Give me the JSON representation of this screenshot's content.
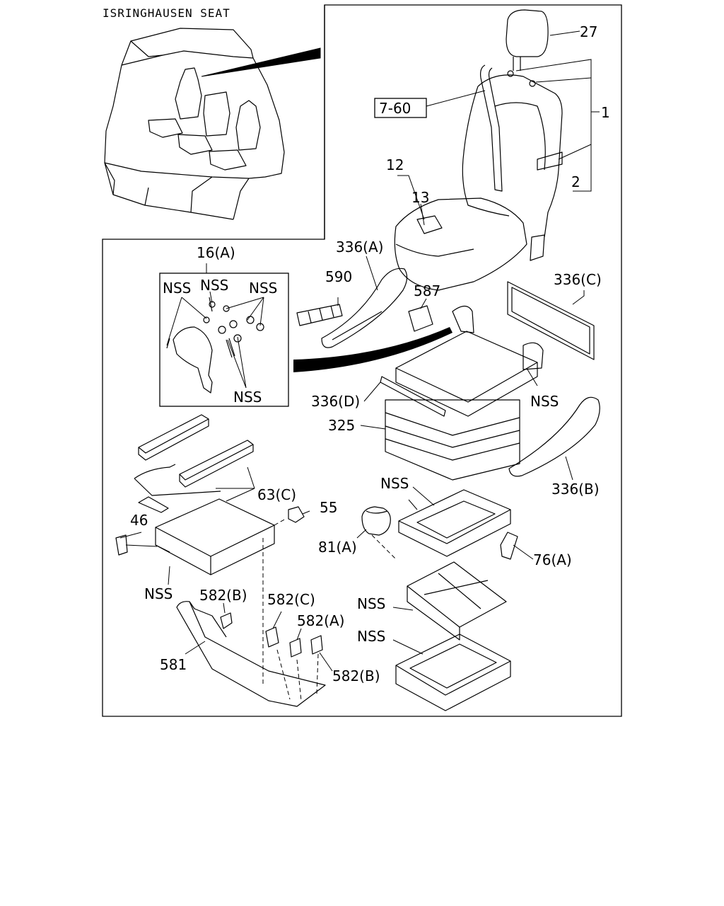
{
  "title": "ISRINGHAUSEN SEAT",
  "inset_labels": {
    "group_ref": "16(A)",
    "nss_tl1": "NSS",
    "nss_tl2": "NSS",
    "nss_tr": "NSS",
    "nss_bottom": "NSS"
  },
  "callouts": {
    "headrest": "27",
    "seatbelt_ref": "7-60",
    "seat_assembly": "1",
    "cushion_back": "2",
    "part_12": "12",
    "part_13": "13",
    "side_cover_a": "336(A)",
    "part_590": "590",
    "part_587": "587",
    "cover_c": "336(C)",
    "frame_nss": "NSS",
    "cover_d": "336(D)",
    "bellows": "325",
    "cover_b": "336(B)",
    "base_nss": "NSS",
    "rail_63c": "63(C)",
    "nut_55": "55",
    "bolt_46": "46",
    "air_spring": "81(A)",
    "damper": "76(A)",
    "plate_nss": "NSS",
    "bolt_582b_top": "582(B)",
    "bolt_582c": "582(C)",
    "bolt_582a": "582(A)",
    "bolt_582b_bottom": "582(B)",
    "bracket_581": "581",
    "scissor_nss": "NSS",
    "frame_bottom_nss": "NSS"
  }
}
